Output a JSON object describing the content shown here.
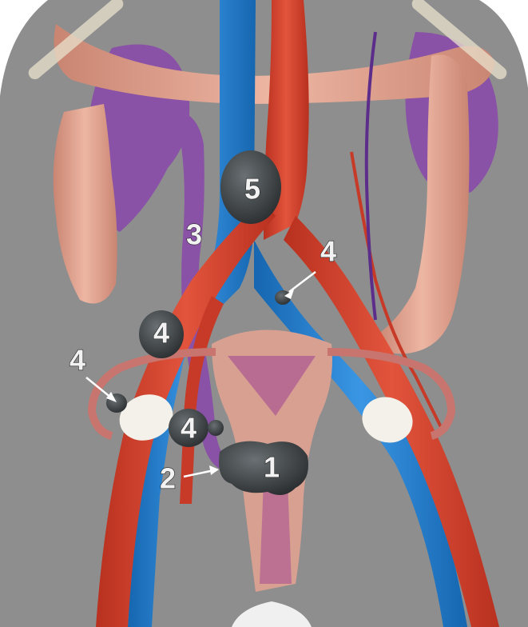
{
  "labels": {
    "cervical_tumor": "1",
    "parametrial_extension": "2",
    "ureter": "3",
    "pelvic_node_left_upper": "4",
    "pelvic_node_right_upper": "4",
    "pelvic_node_left_mid": "4",
    "pelvic_node_left_low": "4",
    "para_aortic_node": "5"
  },
  "colors": {
    "background": "#8e8e8e",
    "artery": "#d2402c",
    "vein": "#1f7fd0",
    "colon": "#e3a592",
    "kidney": "#8a52a6",
    "uterus": "#d8a091",
    "node": "#3a3f42",
    "ovary": "#f4f1ea"
  }
}
